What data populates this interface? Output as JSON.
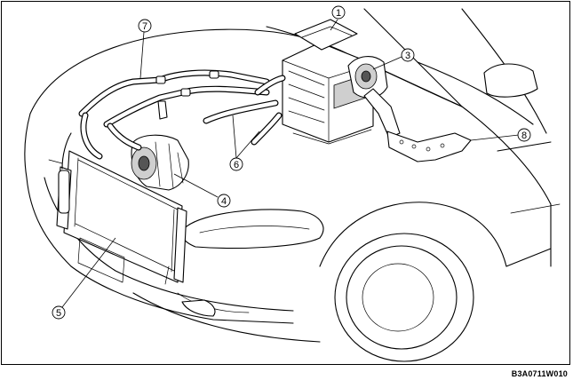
{
  "diagram": {
    "callouts": [
      {
        "id": "callout-1",
        "label": "1"
      },
      {
        "id": "callout-3",
        "label": "3"
      },
      {
        "id": "callout-4",
        "label": "4"
      },
      {
        "id": "callout-5",
        "label": "5"
      },
      {
        "id": "callout-6",
        "label": "6"
      },
      {
        "id": "callout-7",
        "label": "7"
      },
      {
        "id": "callout-8",
        "label": "8"
      }
    ],
    "reference_code": "B3A0711W010",
    "line_color": "#000000",
    "background": "#ffffff"
  }
}
